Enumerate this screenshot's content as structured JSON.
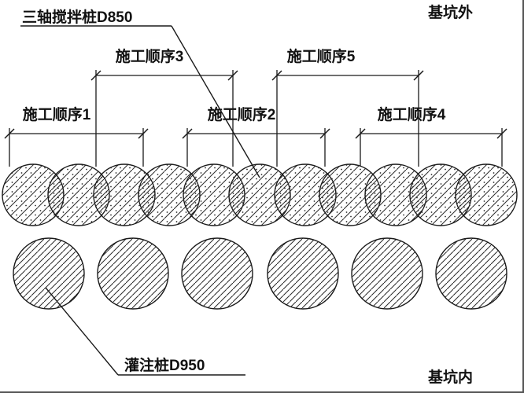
{
  "diagram": {
    "type": "construction-pile-plan",
    "title_top_left": "三轴搅拌桩D850",
    "label_outside_pit": "基坑外",
    "label_inside_pit": "基坑内",
    "label_cast_pile": "灌注桩D950",
    "sequences": [
      {
        "label": "施工顺序1"
      },
      {
        "label": "施工顺序2"
      },
      {
        "label": "施工顺序3"
      },
      {
        "label": "施工顺序4"
      },
      {
        "label": "施工顺序5"
      }
    ],
    "colors": {
      "line": "#1a1a1a",
      "text": "#111111",
      "background": "#ffffff"
    }
  }
}
